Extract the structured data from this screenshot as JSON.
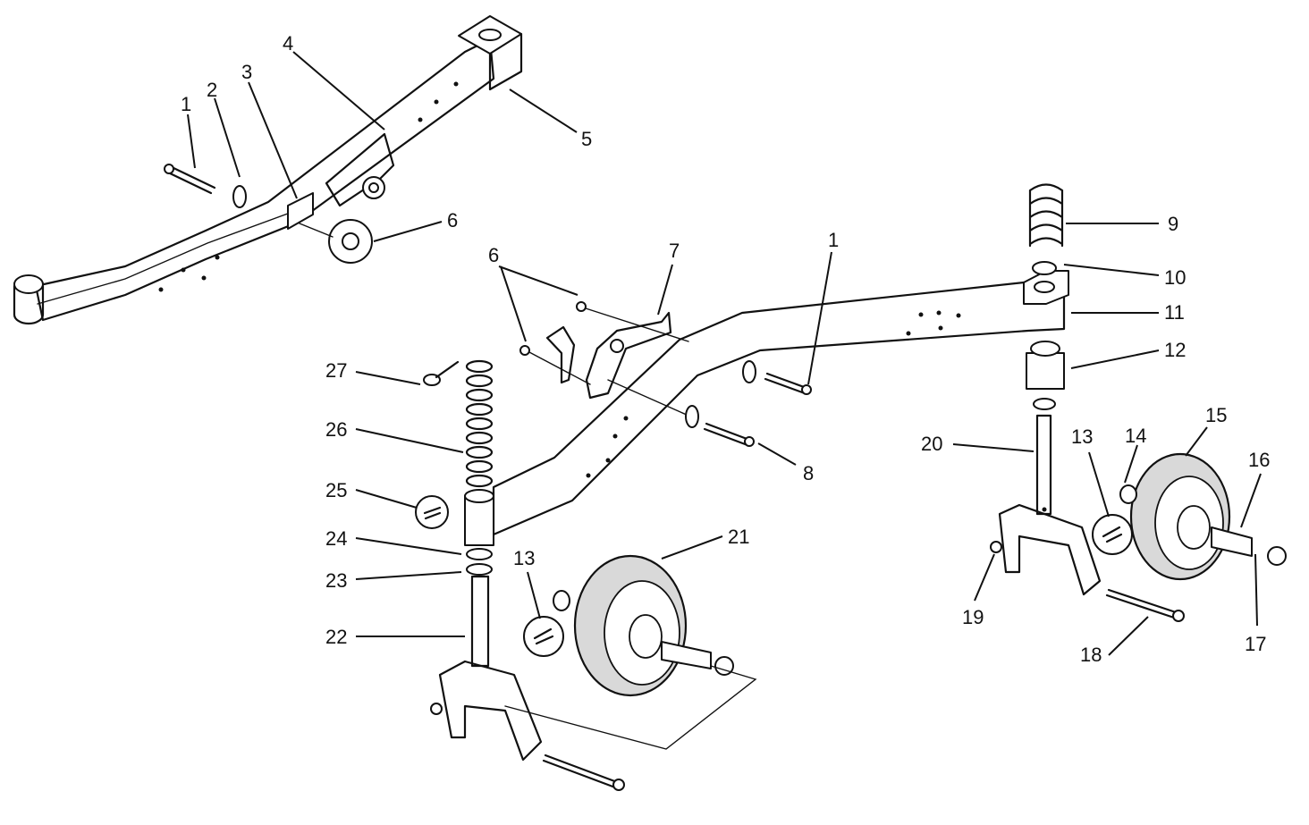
{
  "callouts": {
    "c1a": "1",
    "c2": "2",
    "c3": "3",
    "c4": "4",
    "c5": "5",
    "c6a": "6",
    "c6b": "6",
    "c7": "7",
    "c1b": "1",
    "c9": "9",
    "c10": "10",
    "c11": "11",
    "c12": "12",
    "c8": "8",
    "c27": "27",
    "c26": "26",
    "c25": "25",
    "c24": "24",
    "c23": "23",
    "c22": "22",
    "c13a": "13",
    "c21": "21",
    "c20": "20",
    "c13b": "13",
    "c14": "14",
    "c15": "15",
    "c16": "16",
    "c19": "19",
    "c18": "18",
    "c17": "17"
  }
}
